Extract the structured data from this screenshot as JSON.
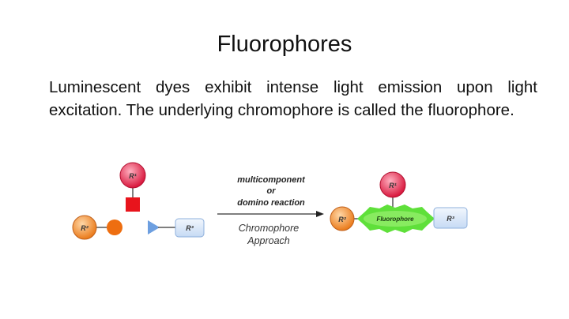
{
  "slide": {
    "title": "Fluorophores",
    "body": "Luminescent dyes exhibit intense light emission upon light excitation. The underlying chromophore is called the fluorophore."
  },
  "diagram": {
    "r1": "R¹",
    "r2": "R²",
    "r3": "R³",
    "arrow_top": [
      "multicomponent",
      "or",
      "domino reaction"
    ],
    "arrow_bottom": [
      "Chromophore",
      "Approach"
    ],
    "core": "Fluorophore",
    "colors": {
      "r1": "#e0284a",
      "r2": "#f08a2a",
      "square": "#e8141c",
      "triangle": "#6d9fe0",
      "box": "#d6e6f8",
      "green": "#5fe03a"
    }
  }
}
